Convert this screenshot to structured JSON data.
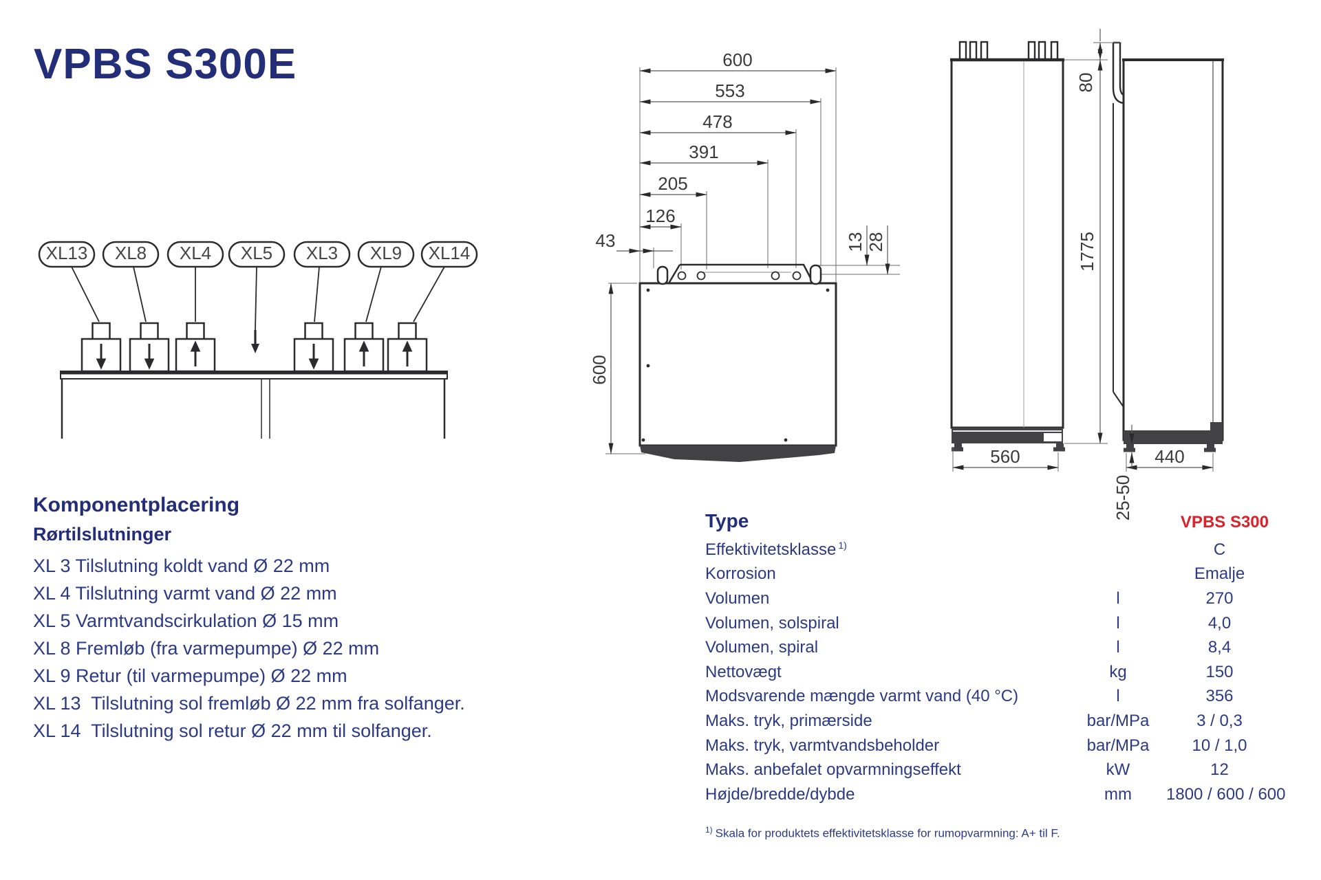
{
  "title": "VPBS S300E",
  "colors": {
    "navy": "#232d78",
    "body_text": "#2c3a86",
    "red": "#d9222a"
  },
  "component_diagram": {
    "pills": [
      "XL13",
      "XL8",
      "XL4",
      "XL5",
      "XL3",
      "XL9",
      "XL14"
    ]
  },
  "top_view": {
    "dims": {
      "w600": "600",
      "w553": "553",
      "w478": "478",
      "w391": "391",
      "w205": "205",
      "w126": "126",
      "w43": "43",
      "h600": "600",
      "d13": "13",
      "d28": "28"
    }
  },
  "front_view": {
    "dims": {
      "d80": "80",
      "d1775": "1775",
      "d560": "560",
      "d440": "440",
      "d2550": "25-50"
    }
  },
  "komponent": {
    "heading": "Komponentplacering",
    "subheading": "Rørtilslutninger",
    "items": [
      "XL 3 Tilslutning koldt vand Ø 22 mm",
      "XL 4 Tilslutning varmt vand Ø 22 mm",
      "XL 5 Varmtvandscirkulation Ø 15 mm",
      "XL 8 Fremløb (fra varmepumpe) Ø 22 mm",
      "XL 9 Retur (til varmepumpe) Ø 22 mm",
      "XL 13  Tilslutning sol fremløb Ø 22 mm fra solfanger.",
      "XL 14  Tilslutning sol retur Ø 22 mm til solfanger."
    ]
  },
  "spec_table": {
    "header_label": "Type",
    "header_value": "VPBS S300",
    "rows": [
      {
        "label": "Effektivitetsklasse",
        "sup": "1)",
        "unit": "",
        "value": "C"
      },
      {
        "label": "Korrosion",
        "unit": "",
        "value": "Emalje"
      },
      {
        "label": "Volumen",
        "unit": "l",
        "value": "270"
      },
      {
        "label": "Volumen, solspiral",
        "unit": "l",
        "value": "4,0"
      },
      {
        "label": "Volumen, spiral",
        "unit": "l",
        "value": "8,4"
      },
      {
        "label": "Nettovægt",
        "unit": "kg",
        "value": "150"
      },
      {
        "label": "Modsvarende mængde varmt vand (40 °C)",
        "unit": "l",
        "value": "356"
      },
      {
        "label": "Maks. tryk, primærside",
        "unit": "bar/MPa",
        "value": "3 / 0,3"
      },
      {
        "label": "Maks. tryk, varmtvandsbeholder",
        "unit": "bar/MPa",
        "value": "10 / 1,0"
      },
      {
        "label": "Maks. anbefalet opvarmningseffekt",
        "unit": "kW",
        "value": "12"
      },
      {
        "label": "Højde/bredde/dybde",
        "unit": "mm",
        "value": "1800 / 600 / 600"
      }
    ],
    "footnote_sup": "1)",
    "footnote": "Skala for produktets effektivitetsklasse for rumopvarmning: A+ til F."
  }
}
